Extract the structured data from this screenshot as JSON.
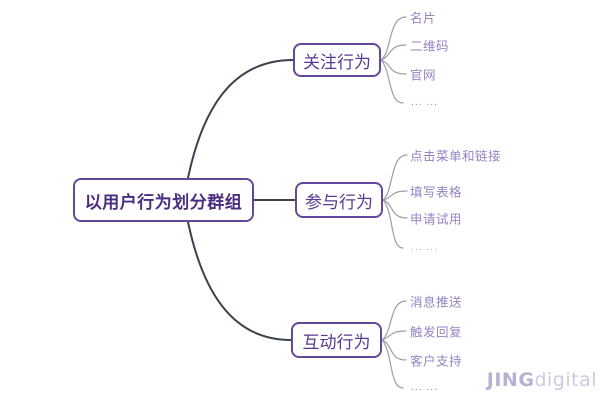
{
  "diagram": {
    "root": {
      "label": "以用户行为划分群组"
    },
    "branches": [
      {
        "label": "关注行为",
        "leaves": [
          {
            "label": "名片"
          },
          {
            "label": "二维码"
          },
          {
            "label": "官网"
          },
          {
            "label": "... ..."
          }
        ]
      },
      {
        "label": "参与行为",
        "leaves": [
          {
            "label": "点击菜单和链接"
          },
          {
            "label": "填写表格"
          },
          {
            "label": "申请试用"
          },
          {
            "label": "... ..."
          }
        ]
      },
      {
        "label": "互动行为",
        "leaves": [
          {
            "label": "消息推送"
          },
          {
            "label": "触发回复"
          },
          {
            "label": "客户支持"
          },
          {
            "label": "... ..."
          }
        ]
      }
    ],
    "watermark": {
      "brand_bold": "JING",
      "brand_light": "digital"
    },
    "colors": {
      "node_border": "#65489b",
      "root_text": "#4a2c80",
      "branch_text": "#5b3a92",
      "main_connector": "#3c434e",
      "leaf_connector": "#9aa0a8",
      "leaf_text": "#9584c4",
      "muted_dots_text": "#82878f",
      "purple_dots_text": "#a79fd0",
      "watermark_bold": "#b7b1d4",
      "watermark_light": "#cdcae0",
      "background": "#ffffff"
    }
  }
}
